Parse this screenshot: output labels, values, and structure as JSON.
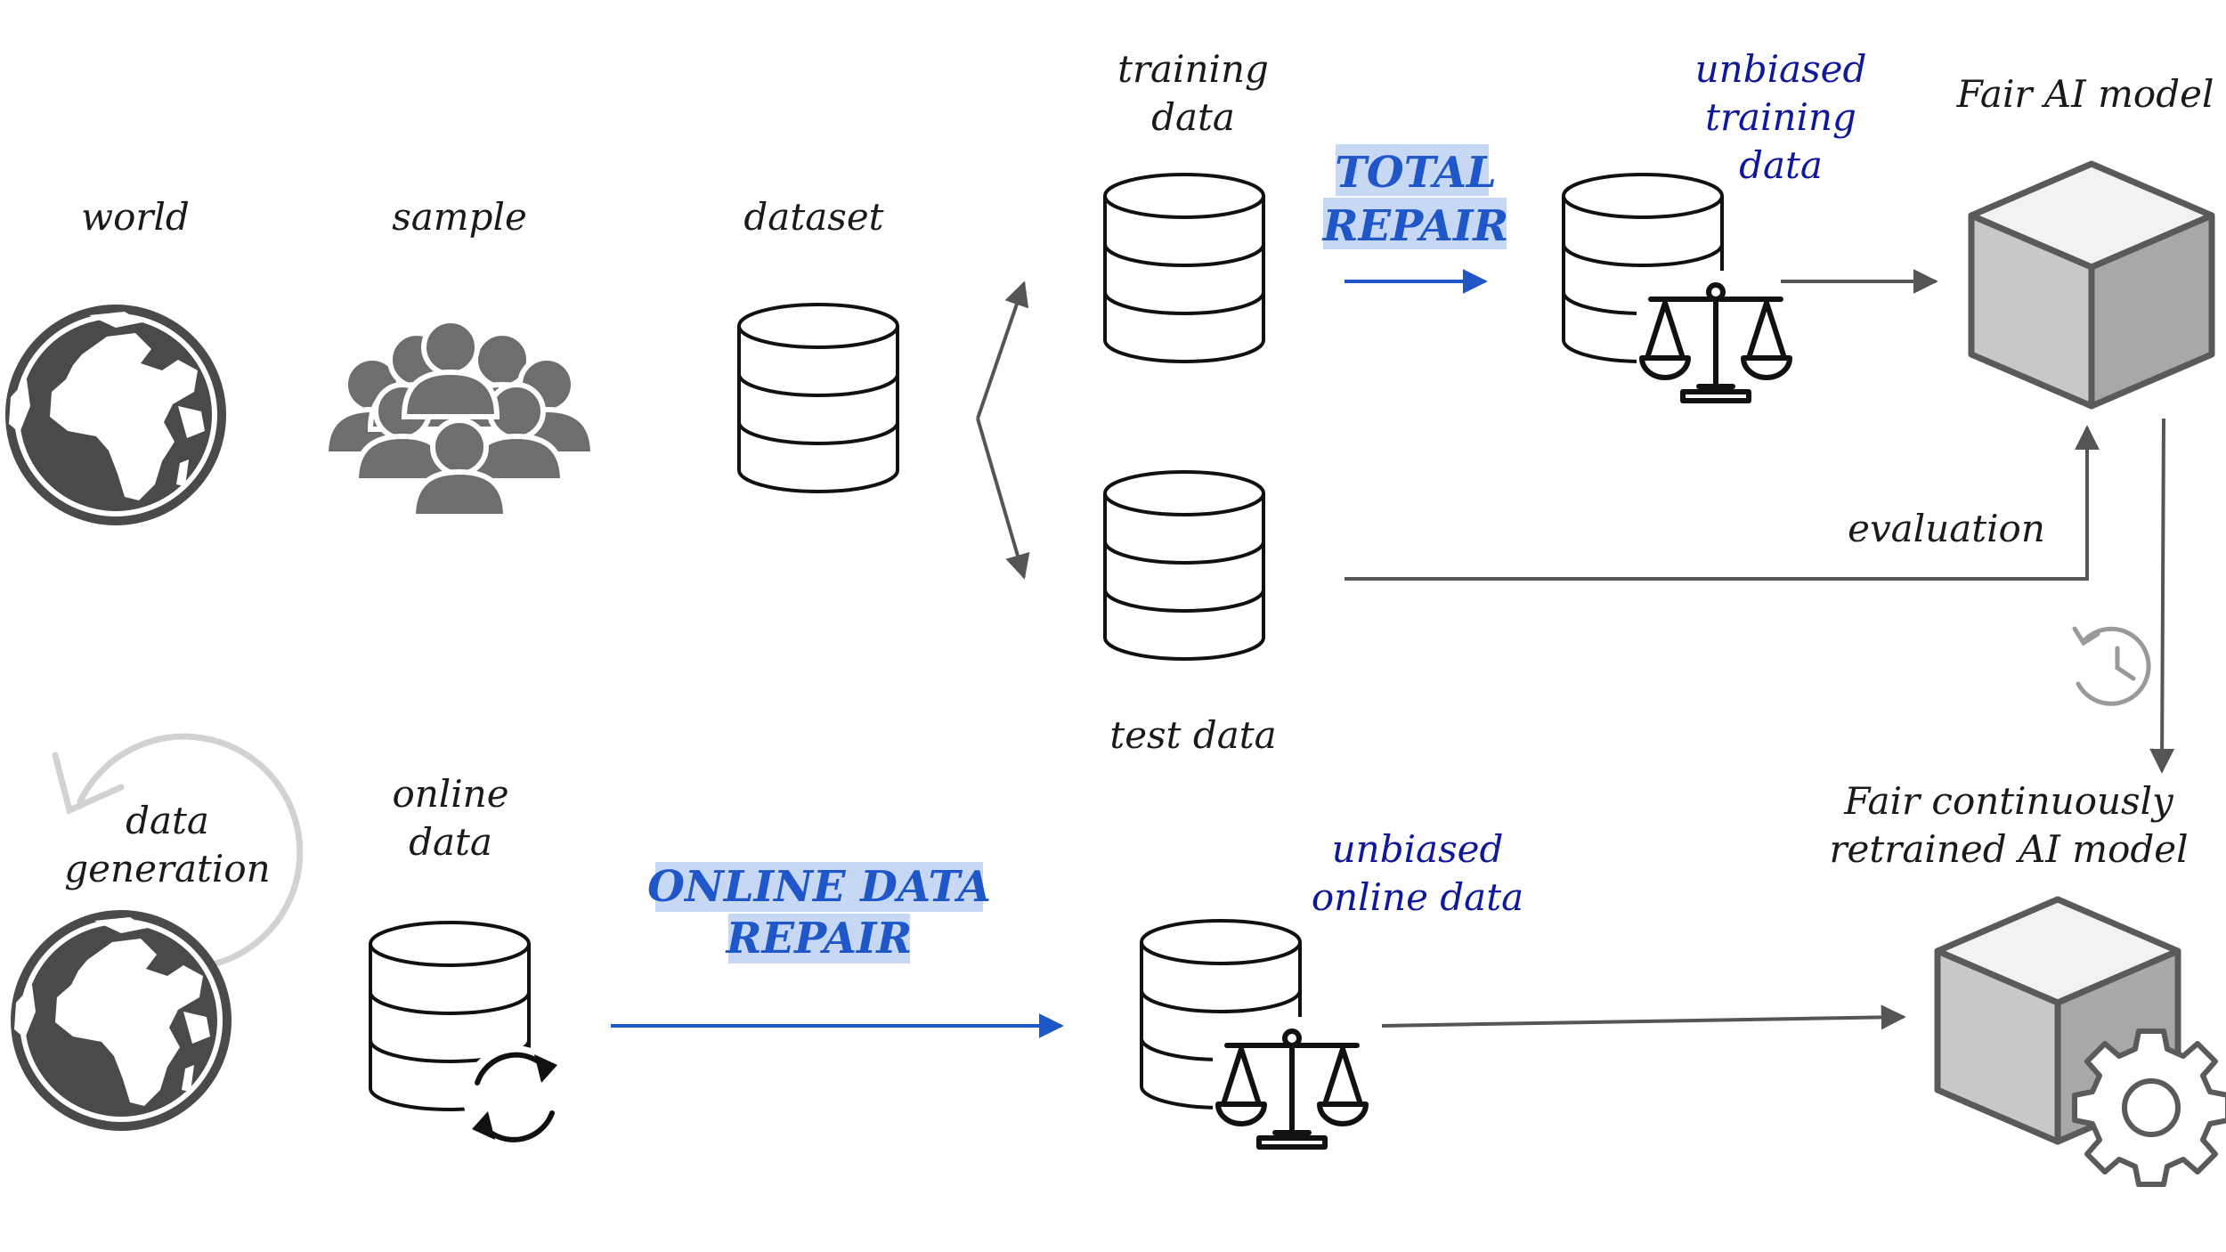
{
  "labels": {
    "world": "world",
    "sample": "sample",
    "dataset": "dataset",
    "training_data_1": "training",
    "training_data_2": "data",
    "test_data": "test data",
    "total_repair_1": "TOTAL",
    "total_repair_2": "REPAIR",
    "unbiased_training_1": "unbiased",
    "unbiased_training_2": "training",
    "unbiased_training_3": "data",
    "fair_ai_model": "Fair AI model",
    "evaluation": "evaluation",
    "data_generation_1": "data",
    "data_generation_2": "generation",
    "online_data_1": "online",
    "online_data_2": "data",
    "online_repair_1": "ONLINE DATA",
    "online_repair_2": "REPAIR",
    "unbiased_online_1": "unbiased",
    "unbiased_online_2": "online data",
    "fair_continuous_1": "Fair continuously",
    "fair_continuous_2": "retrained  AI model"
  },
  "icons": {
    "world": "globe-icon",
    "sample": "people-group-icon",
    "database": "database-icon",
    "scales": "balance-scale-icon",
    "cube": "cube-model-icon",
    "gear": "gear-icon",
    "history": "history-clock-icon",
    "refresh": "refresh-icon",
    "cycle": "circular-arrow-icon"
  },
  "colors": {
    "repair_text": "#1f56c8",
    "repair_highlight": "#c6d8f4",
    "unbiased_text": "#10189a",
    "arrow_gray": "#555555",
    "arrow_blue": "#1f56c8",
    "icon_gray": "#4a4a4a"
  }
}
